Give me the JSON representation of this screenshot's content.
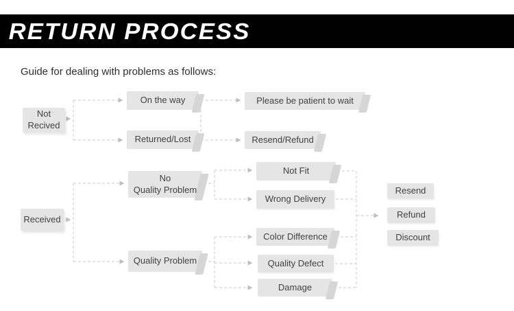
{
  "header": {
    "title": "RETURN PROCESS"
  },
  "intro": "Guide for dealing with problems as follows:",
  "nodes": {
    "not_received": "Not\nRecived",
    "on_the_way": "On the way",
    "returned_lost": "Returned/Lost",
    "wait": "Please be patient to wait",
    "resend_refund": "Resend/Refund",
    "received": "Received",
    "no_quality_problem": "No\nQuality Problem",
    "quality_problem": "Quality Problem",
    "not_fit": "Not Fit",
    "wrong_delivery": "Wrong Delivery",
    "color_difference": "Color Difference",
    "quality_defect": "Quality Defect",
    "damage": "Damage",
    "resend": "Resend",
    "refund": "Refund",
    "discount": "Discount"
  },
  "colors": {
    "banner_bg": "#000000",
    "banner_text": "#ffffff",
    "box_bg": "#e5e5e5",
    "box_fold": "#d6d6d6",
    "box_text": "#424242",
    "connector_line": "#cbcbcb",
    "arrowhead": "#bdbdbd",
    "intro_text": "#2e2e2e"
  }
}
